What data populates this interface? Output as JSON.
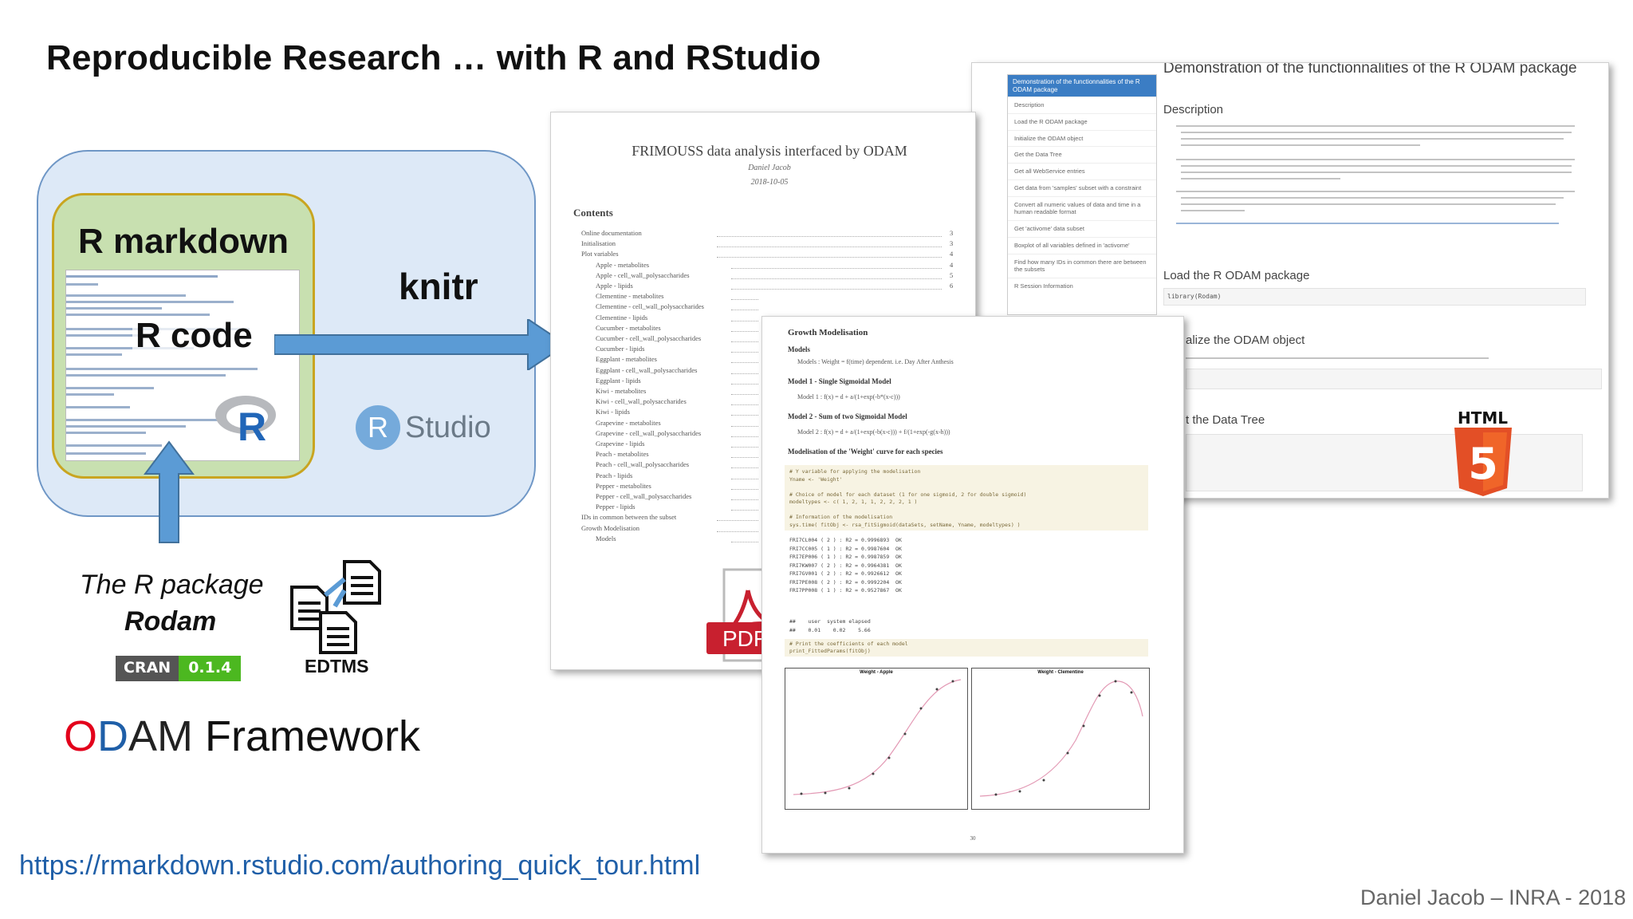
{
  "slide": {
    "title": "Reproducible Research … with R and RStudio",
    "rmarkdown_label": "R markdown",
    "rcode_label": "R code",
    "knitr_label": "knitr",
    "rstudio_label": "Studio",
    "rstudio_badge": "R",
    "rlogo_letter": "R",
    "package_line1": "The R package",
    "package_name": "Rodam",
    "cran_label": "CRAN",
    "cran_version": "0.1.4",
    "edtms_label": "EDTMS",
    "odam": {
      "o": "O",
      "d": "D",
      "a": "A",
      "m": "M",
      "rest": " Framework"
    },
    "link": "https://rmarkdown.rstudio.com/authoring_quick_tour.html",
    "author": "Daniel Jacob – INRA - 2018",
    "pdf_label": "PDF",
    "html_label": "HTML",
    "html_badge": "5"
  },
  "doc_pdf": {
    "title": "FRIMOUSS data analysis interfaced by ODAM",
    "author": "Daniel Jacob",
    "date": "2018-10-05",
    "contents_heading": "Contents",
    "toc": [
      {
        "label": "Online documentation",
        "page": "3",
        "indent": false
      },
      {
        "label": "Initialisation",
        "page": "3",
        "indent": false
      },
      {
        "label": "Plot variables",
        "page": "4",
        "indent": false
      },
      {
        "label": "Apple - metabolites",
        "page": "4",
        "indent": true
      },
      {
        "label": "Apple - cell_wall_polysaccharides",
        "page": "5",
        "indent": true
      },
      {
        "label": "Apple - lipids",
        "page": "6",
        "indent": true
      },
      {
        "label": "Clementine - metabolites",
        "page": "",
        "indent": true
      },
      {
        "label": "Clementine - cell_wall_polysaccharides",
        "page": "",
        "indent": true
      },
      {
        "label": "Clementine - lipids",
        "page": "",
        "indent": true
      },
      {
        "label": "Cucumber - metabolites",
        "page": "",
        "indent": true
      },
      {
        "label": "Cucumber - cell_wall_polysaccharides",
        "page": "",
        "indent": true
      },
      {
        "label": "Cucumber - lipids",
        "page": "",
        "indent": true
      },
      {
        "label": "Eggplant - metabolites",
        "page": "",
        "indent": true
      },
      {
        "label": "Eggplant - cell_wall_polysaccharides",
        "page": "",
        "indent": true
      },
      {
        "label": "Eggplant - lipids",
        "page": "",
        "indent": true
      },
      {
        "label": "Kiwi - metabolites",
        "page": "",
        "indent": true
      },
      {
        "label": "Kiwi - cell_wall_polysaccharides",
        "page": "",
        "indent": true
      },
      {
        "label": "Kiwi - lipids",
        "page": "",
        "indent": true
      },
      {
        "label": "Grapevine - metabolites",
        "page": "",
        "indent": true
      },
      {
        "label": "Grapevine - cell_wall_polysaccharides",
        "page": "",
        "indent": true
      },
      {
        "label": "Grapevine - lipids",
        "page": "",
        "indent": true
      },
      {
        "label": "Peach - metabolites",
        "page": "",
        "indent": true
      },
      {
        "label": "Peach - cell_wall_polysaccharides",
        "page": "",
        "indent": true
      },
      {
        "label": "Peach - lipids",
        "page": "",
        "indent": true
      },
      {
        "label": "Pepper - metabolites",
        "page": "",
        "indent": true
      },
      {
        "label": "Pepper - cell_wall_polysaccharides",
        "page": "",
        "indent": true
      },
      {
        "label": "Pepper - lipids",
        "page": "",
        "indent": true
      },
      {
        "label": "IDs in common between the subset",
        "page": "",
        "indent": false
      },
      {
        "label": "Growth Modelisation",
        "page": "",
        "indent": false
      },
      {
        "label": "Models",
        "page": "",
        "indent": true
      }
    ]
  },
  "doc_html": {
    "title": "Demonstration of the functionnalities of the R ODAM package",
    "description_heading": "Description",
    "load_heading": "Load the R ODAM package",
    "load_code": "library(Rodam)",
    "init_heading": "alize the ODAM object",
    "tree_heading": "t the Data Tree",
    "sidebar_active": "Demonstration of the functionnalities of the R ODAM package",
    "sidebar_items": [
      "Description",
      "Load the R ODAM package",
      "Initialize the ODAM object",
      "Get the Data Tree",
      "Get all WebService entries",
      "Get data from 'samples' subset with a constraint",
      "Convert all numeric values of data and time in a human readable format",
      "Get 'activome' data subset",
      "Boxplot of all variables defined in 'activome'",
      "Find how many IDs in common there are between the subsets",
      "R Session Information"
    ]
  },
  "doc_growth": {
    "heading": "Growth Modelisation",
    "models_heading": "Models",
    "model_line": "Models : Weight = f(time) dependent. i.e. Day After Anthesis",
    "model1_heading": "Model 1 - Single Sigmoidal Model",
    "model1_formula": "Model 1 : f(x) = d + a/(1+exp(-b*(x-c)))",
    "model2_heading": "Model 2 - Sum of two Sigmoidal Model",
    "model2_formula": "Model 2 : f(x) = d + a/(1+exp(-b(x-c))) + f/(1+exp(-g(x-h)))",
    "fit_heading": "Modelisation of the 'Weight' curve for each species",
    "code": [
      "# Y variable for applying the modelisation",
      "Yname <- 'Weight'",
      "",
      "# Choice of model for each dataset (1 for one sigmoid, 2 for double sigmoid)",
      "modeltypes <- c( 1, 2, 1, 1, 2, 2, 2, 1 )",
      "",
      "# Information of the modelisation",
      "sys.time( fitObj <- rsa_fitSigmoid(dataSets, setName, Yname, modeltypes) )"
    ],
    "output": [
      "FRI7CL004 ( 2 ) : R2 = 0.9996893  OK",
      "FRI7CC005 ( 1 ) : R2 = 0.9987604  OK",
      "FRI7EP006 ( 1 ) : R2 = 0.9987859  OK",
      "FRI7KW007 ( 2 ) : R2 = 0.9964381  OK",
      "FRI7GV001 ( 2 ) : R2 = 0.9926612  OK",
      "FRI7PE008 ( 2 ) : R2 = 0.9992204  OK",
      "FRI7PP008 ( 1 ) : R2 = 0.9527867  OK"
    ],
    "timing": [
      "##    user  system elapsed",
      "##    0.01    0.02    5.66"
    ],
    "code2": [
      "# Print the coefficients of each model",
      "print_FittedParams(fitObj)"
    ],
    "plot1_title": "Weight - Apple",
    "plot2_title": "Weight - Clementine",
    "page_number": "30"
  },
  "colors": {
    "odam_o": "#e3001b",
    "odam_d": "#1f5fa8",
    "odam_a": "#222222",
    "odam_m": "#222222",
    "link": "#1f5fa8",
    "rstudio_blue": "#75aadb",
    "arrow": "#5b9bd5"
  }
}
